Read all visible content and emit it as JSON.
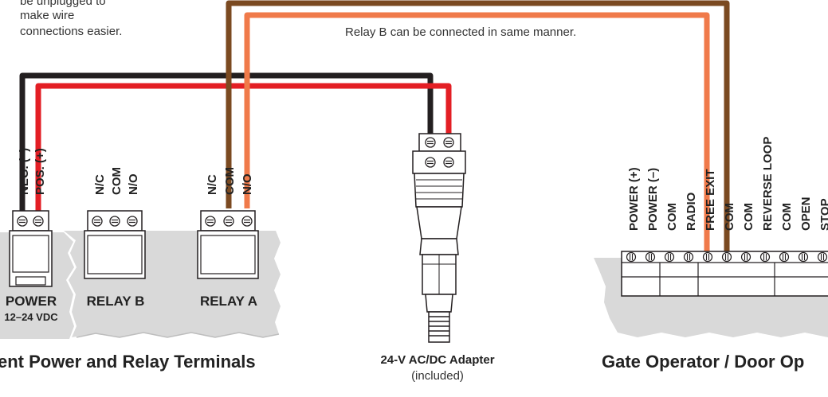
{
  "notes": {
    "unplug_line1": "be unplugged to",
    "unplug_line2": "make wire",
    "unplug_line3": "connections easier.",
    "relay_b_note": "Relay B can be connected in same manner."
  },
  "left_panel": {
    "power_terminals": [
      "NEG. (–)",
      "POS. (+)"
    ],
    "relay_b_terminals": [
      "N/C",
      "COM",
      "N/O"
    ],
    "relay_a_terminals": [
      "N/C",
      "COM",
      "N/O"
    ],
    "power_label": "POWER",
    "power_sub": "12–24 VDC",
    "relay_b_label": "RELAY B",
    "relay_a_label": "RELAY A",
    "caption": "ent Power and Relay Terminals"
  },
  "adapter": {
    "title": "24-V AC/DC Adapter",
    "sub": "(included)"
  },
  "gate": {
    "terminals": [
      "POWER (+)",
      "POWER (–)",
      "COM",
      "RADIO",
      "FREE EXIT",
      "COM",
      "COM",
      "REVERSE LOOP",
      "COM",
      "OPEN",
      "STOP"
    ],
    "caption": "Gate Operator / Door Op"
  },
  "colors": {
    "black_wire": "#231f20",
    "red_wire": "#e31e24",
    "brown_wire": "#7b4a21",
    "orange_wire": "#f07a4a",
    "panel_gray": "#d9d9d9"
  }
}
